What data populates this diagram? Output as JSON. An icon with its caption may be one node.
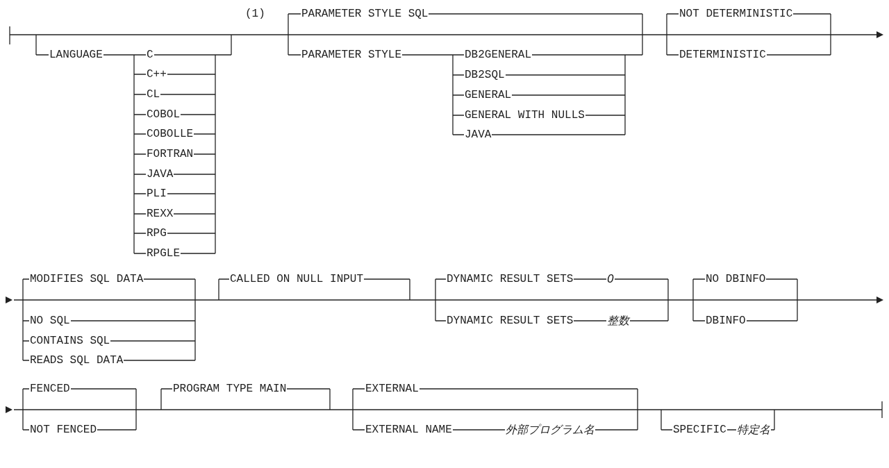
{
  "diagram": {
    "labels": [
      "(1)",
      "LANGUAGE",
      "C",
      "C++",
      "CL",
      "COBOL",
      "COBOLLE",
      "FORTRAN",
      "JAVA",
      "PLI",
      "REXX",
      "RPG",
      "RPGLE",
      "PARAMETER STYLE SQL",
      "PARAMETER STYLE",
      "DB2GENERAL",
      "DB2SQL",
      "GENERAL",
      "GENERAL WITH NULLS",
      "JAVA",
      "NOT DETERMINISTIC",
      "DETERMINISTIC",
      "MODIFIES SQL DATA",
      "NO SQL",
      "CONTAINS SQL",
      "READS SQL DATA",
      "CALLED ON NULL INPUT",
      "DYNAMIC RESULT SETS",
      "0",
      "DYNAMIC RESULT SETS",
      "整数",
      "NO DBINFO",
      "DBINFO",
      "FENCED",
      "NOT FENCED",
      "PROGRAM TYPE MAIN",
      "EXTERNAL",
      "EXTERNAL NAME",
      "外部プログラム名",
      "SPECIFIC",
      "特定名"
    ]
  }
}
